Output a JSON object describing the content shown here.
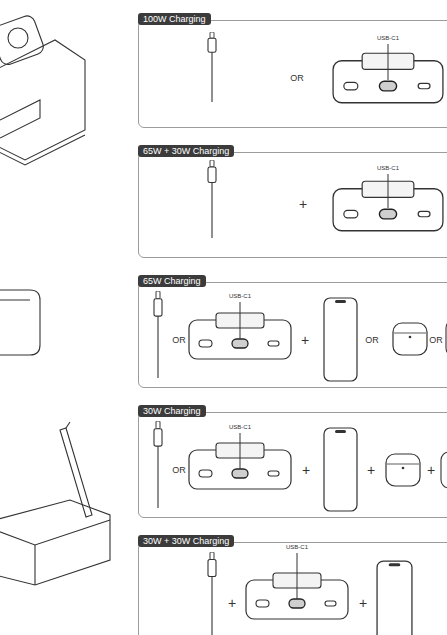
{
  "diagram": {
    "nodes": [
      {
        "text": [
          "100W Charging"
        ]
      },
      {
        "text": [
          "65W + 30W Charging"
        ]
      },
      {
        "text": [
          "65W Charging"
        ]
      },
      {
        "text": [
          "30W Charging"
        ]
      },
      {
        "text": [
          "30W + 30W Charging"
        ]
      }
    ],
    "labels": [
      "USB-C1",
      "OR",
      "USB-C1",
      "+",
      "USB-C1",
      "OR",
      "+",
      "OR",
      "OR",
      "USB-C1",
      "OR",
      "+",
      "+",
      "+",
      "USB-C1",
      "+",
      "+"
    ]
  }
}
